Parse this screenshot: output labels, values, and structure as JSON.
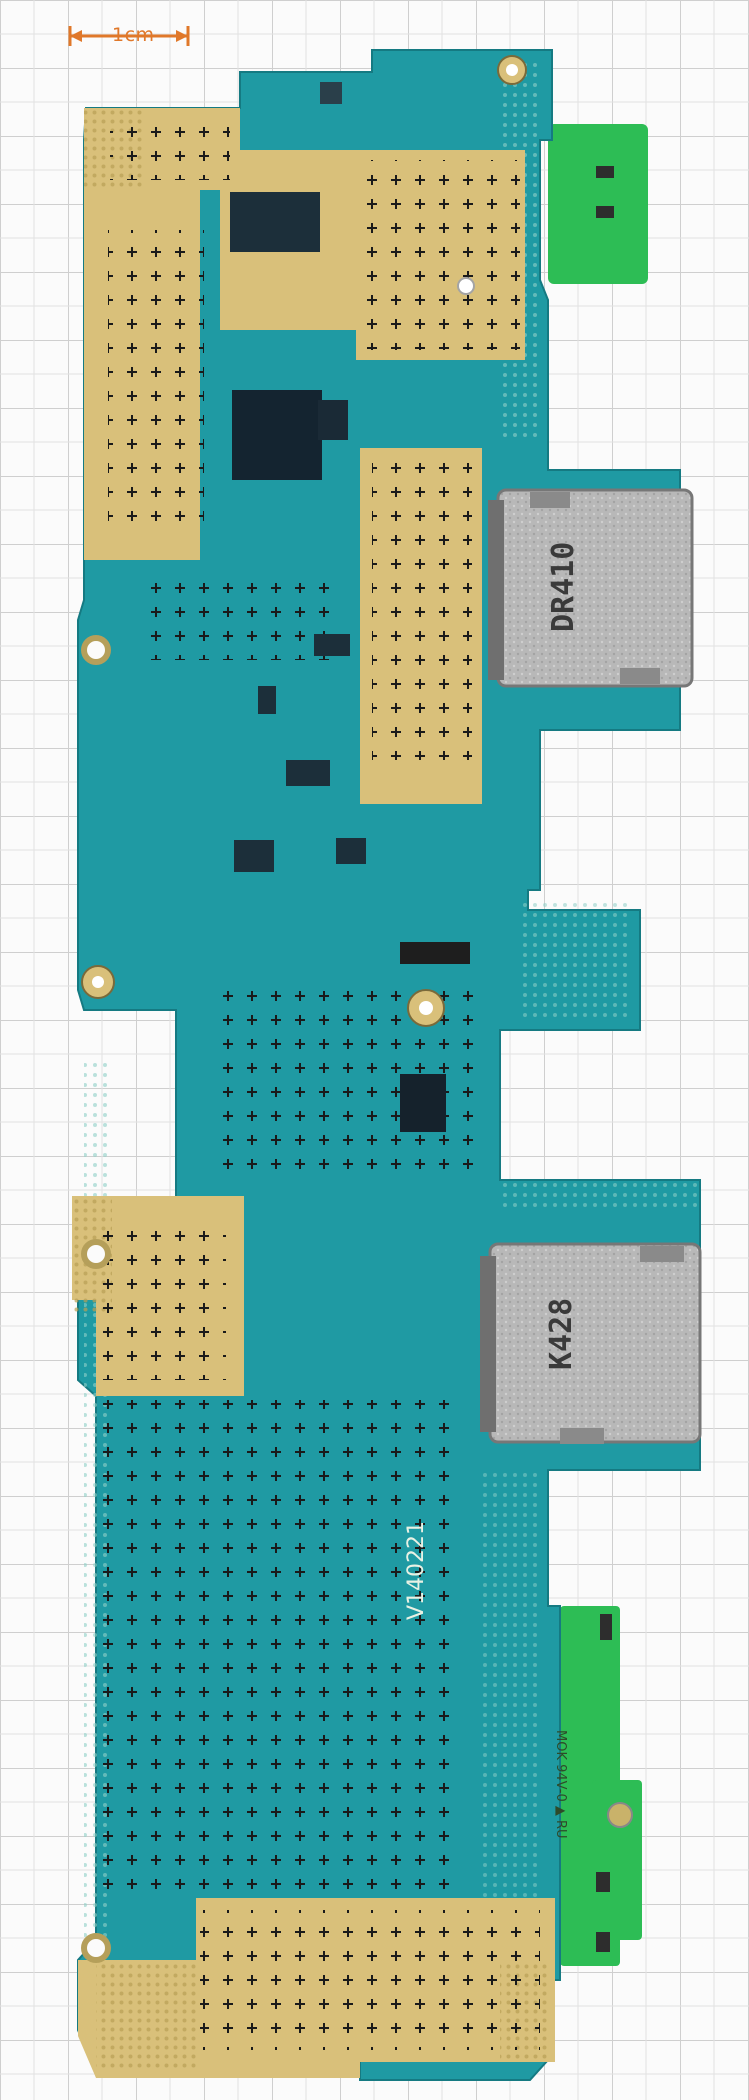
{
  "scale_bar": {
    "label": "1cm"
  },
  "card_slots": {
    "upper": {
      "marking": "DR410"
    },
    "lower": {
      "marking": "K428"
    }
  },
  "board": {
    "version_code": "V140221"
  },
  "certification": {
    "text": "MOK 94V-0 ▲ RU"
  },
  "colors": {
    "grid_line": "#c9c9c9",
    "pcb_teal": "#1f9aa3",
    "gold_pad": "#d9c07a",
    "green_flex": "#2dbd55",
    "slot_metal": "#b9b9b9",
    "scale_bar": "#e0782a"
  }
}
